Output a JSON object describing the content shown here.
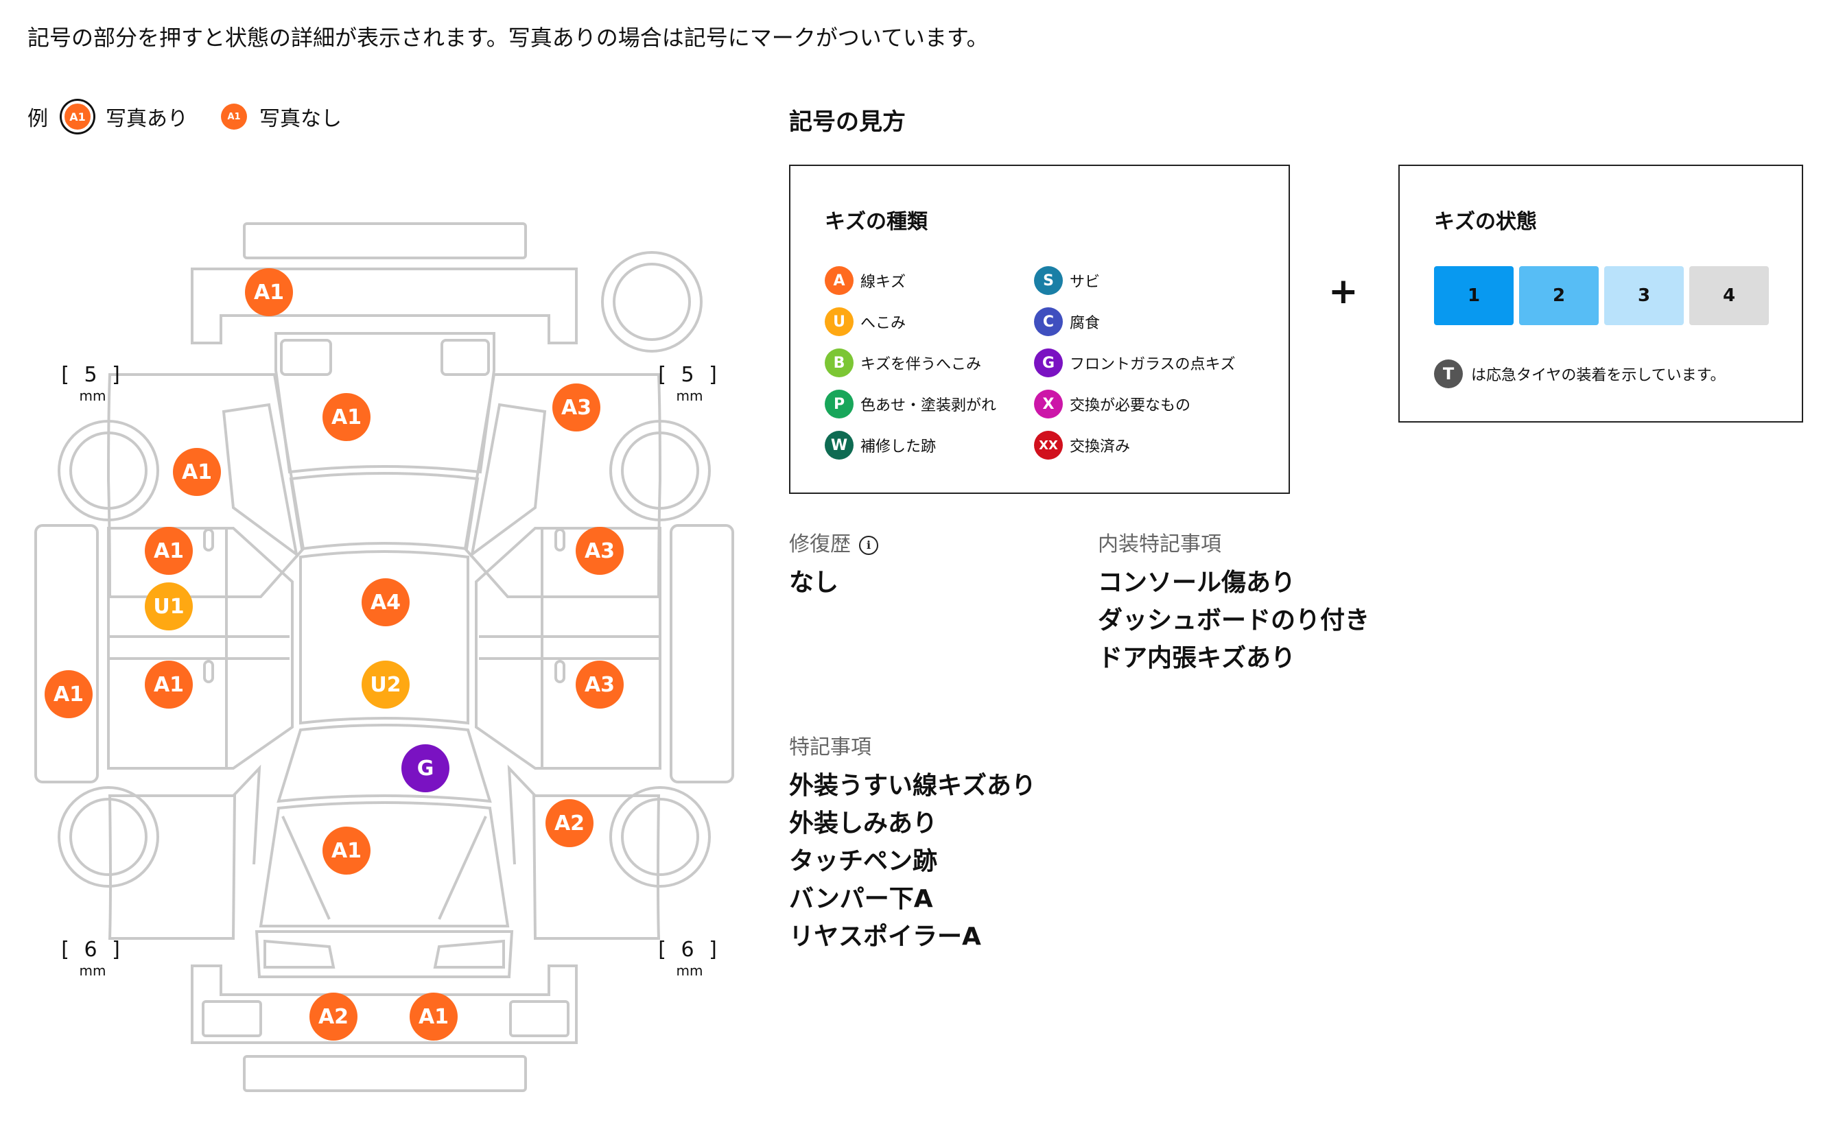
{
  "intro": "記号の部分を押すと状態の詳細が表示されます。写真ありの場合は記号にマークがついています。",
  "legend": {
    "label": "例",
    "example_code": "A1",
    "with_photo": "写真あり",
    "without_photo": "写真なし"
  },
  "mm_labels": {
    "front_left": "[ 5 ]",
    "front_right": "[ 5 ]",
    "rear_left": "[ 6 ]",
    "rear_right": "[ 6 ]",
    "unit": "mm"
  },
  "diagram_marks": [
    {
      "code": "A1",
      "type": "A"
    },
    {
      "code": "A1",
      "type": "A"
    },
    {
      "code": "A3",
      "type": "A"
    },
    {
      "code": "A1",
      "type": "A"
    },
    {
      "code": "A1",
      "type": "A"
    },
    {
      "code": "U1",
      "type": "U"
    },
    {
      "code": "A3",
      "type": "A"
    },
    {
      "code": "A4",
      "type": "A"
    },
    {
      "code": "A1",
      "type": "A"
    },
    {
      "code": "A1",
      "type": "A"
    },
    {
      "code": "U2",
      "type": "U"
    },
    {
      "code": "A3",
      "type": "A"
    },
    {
      "code": "G",
      "type": "G"
    },
    {
      "code": "A2",
      "type": "A"
    },
    {
      "code": "A1",
      "type": "A"
    },
    {
      "code": "A2",
      "type": "A"
    },
    {
      "code": "A1",
      "type": "A"
    }
  ],
  "key_title": "記号の見方",
  "damage_types": {
    "title": "キズの種類",
    "items": [
      {
        "code": "A",
        "label": "線キズ",
        "color": "#ff6a1f"
      },
      {
        "code": "S",
        "label": "サビ",
        "color": "#1a7fa6"
      },
      {
        "code": "U",
        "label": "へこみ",
        "color": "#ffa812"
      },
      {
        "code": "C",
        "label": "腐食",
        "color": "#3f4fbf"
      },
      {
        "code": "B",
        "label": "キズを伴うへこみ",
        "color": "#7cc634"
      },
      {
        "code": "G",
        "label": "フロントガラスの点キズ",
        "color": "#7a12c2"
      },
      {
        "code": "P",
        "label": "色あせ・塗装剥がれ",
        "color": "#18a65a"
      },
      {
        "code": "X",
        "label": "交換が必要なもの",
        "color": "#cc16a8"
      },
      {
        "code": "W",
        "label": "補修した跡",
        "color": "#0e6b52"
      },
      {
        "code": "XX",
        "label": "交換済み",
        "color": "#d1101d"
      }
    ]
  },
  "plus": "+",
  "damage_level": {
    "title": "キズの状態",
    "levels": [
      {
        "label": "1",
        "color": "#0899f0"
      },
      {
        "label": "2",
        "color": "#57bdf5"
      },
      {
        "label": "3",
        "color": "#b9e2fb"
      },
      {
        "label": "4",
        "color": "#dcdcdc"
      }
    ],
    "t_code": "T",
    "t_note": "は応急タイヤの装着を示しています。"
  },
  "repair_history": {
    "label": "修復歴",
    "info_icon": "i",
    "value": "なし"
  },
  "interior_notes": {
    "label": "内装特記事項",
    "items": [
      "コンソール傷あり",
      "ダッシュボードのり付き",
      "ドア内張キズあり"
    ]
  },
  "special_notes": {
    "label": "特記事項",
    "items": [
      "外装うすい線キズあり",
      "外装しみあり",
      "タッチペン跡",
      "バンパー下A",
      "リヤスポイラーA"
    ]
  }
}
